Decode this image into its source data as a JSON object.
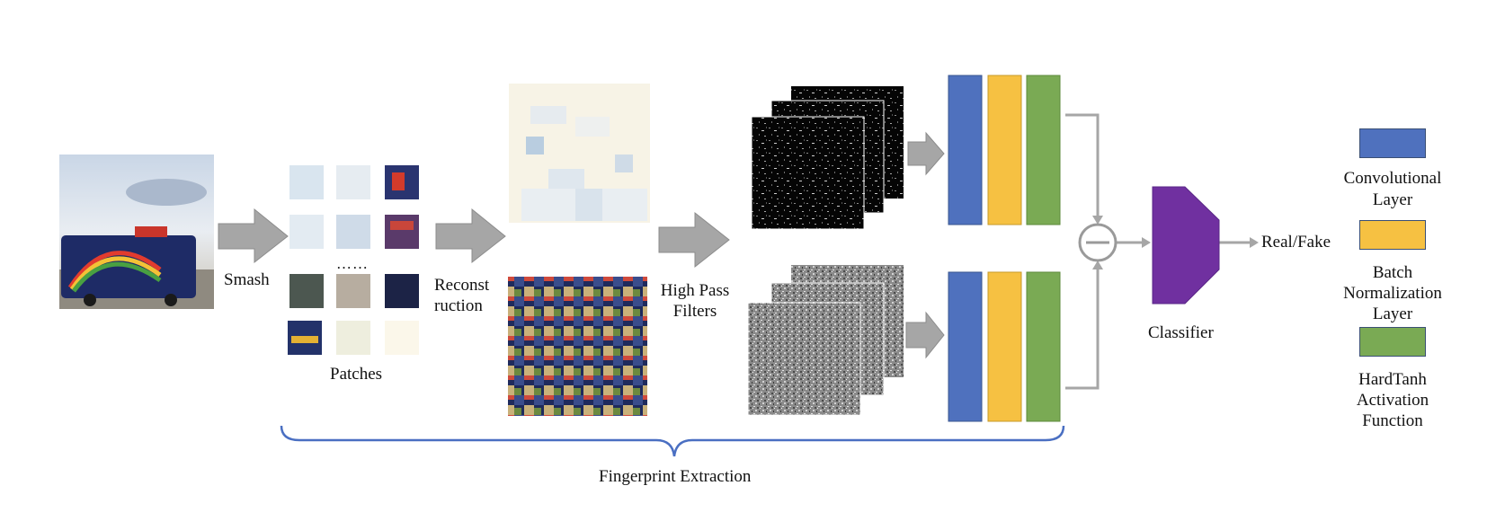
{
  "labels": {
    "smash": "Smash",
    "patches": "Patches",
    "dots": "……",
    "reconstruction_line1": "Reconst",
    "reconstruction_line2": "ruction",
    "hpf_line1": "High Pass",
    "hpf_line2": "Filters",
    "classifier": "Classifier",
    "output": "Real/Fake",
    "fingerprint": "Fingerprint Extraction"
  },
  "legend": [
    {
      "color": "#4f71be",
      "lines": [
        "Convolutional",
        "Layer"
      ]
    },
    {
      "color": "#f6c142",
      "lines": [
        "Batch",
        "Normalization",
        "Layer"
      ]
    },
    {
      "color": "#7aaa54",
      "lines": [
        "HardTanh",
        "Activation",
        "Function"
      ]
    }
  ],
  "colors": {
    "conv": "#4f71be",
    "batchnorm": "#f6c142",
    "hardtanh": "#7aaa54",
    "classifier": "#7030a0",
    "arrow": "#a6a6a6",
    "brace": "#4a6fc2"
  },
  "icons": {
    "subtract": "minus-circle-icon"
  }
}
